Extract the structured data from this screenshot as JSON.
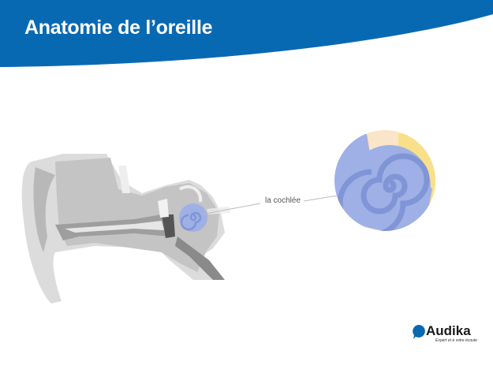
{
  "header": {
    "title": "Anatomie de l’oreille"
  },
  "diagram": {
    "label": "la cochlée"
  },
  "logo": {
    "brand": "Audika",
    "tagline": "Expert et à votre écoute"
  },
  "colors": {
    "banner": "#0869b3",
    "cochlea": "#9fb0e6",
    "cochlea_spiral": "#7f95d6",
    "ear_gray": "#c8c8c8"
  }
}
